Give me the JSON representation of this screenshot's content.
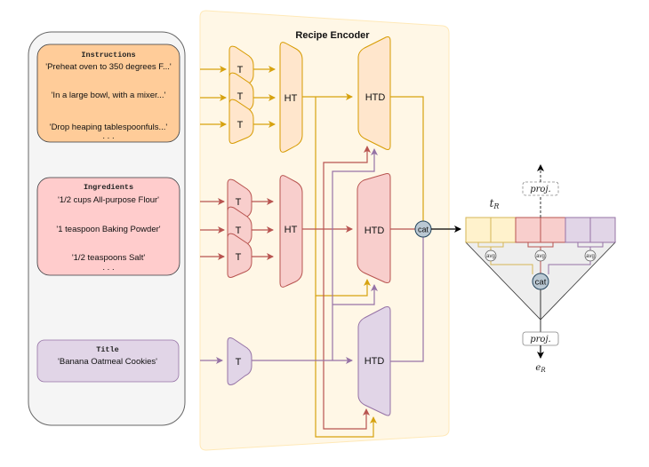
{
  "colors": {
    "instructions": {
      "fill": "#ffe6cc",
      "stroke": "#d79b00",
      "line": "#d6a20f",
      "input_box_fill": "#ffcc99",
      "input_box_stroke": "#36393d"
    },
    "ingredients": {
      "fill": "#f8cecc",
      "stroke": "#b85450",
      "line": "#b85450",
      "input_box_fill": "#ffcccc",
      "input_box_stroke": "#36393d"
    },
    "title": {
      "fill": "#e1d5e7",
      "stroke": "#9673a6",
      "line": "#9673a6",
      "input_box_fill": "#e1d5e7",
      "input_box_stroke": "#9673a6"
    },
    "encoder_panel": "#fff7e6",
    "cat_node": "#bac8d3",
    "pyramid": "#eeeeee"
  },
  "inputs": {
    "instructions": {
      "header": "Instructions",
      "items": [
        "'Preheat oven to 350 degrees F...'",
        "'In a large bowl, with a mixer...'",
        "'Drop heaping tablespoonfuls...'"
      ],
      "ellipsis": ". . ."
    },
    "ingredients": {
      "header": "Ingredients",
      "items": [
        "'1/2 cups All-purpose Flour'",
        "'1 teaspoon Baking Powder'",
        "'1/2 teaspoons Salt'"
      ],
      "ellipsis": ". . ."
    },
    "title": {
      "header": "Title",
      "items": [
        "'Banana Oatmeal Cookies'"
      ]
    }
  },
  "encoder": {
    "title": "Recipe Encoder",
    "transformer_label": "T",
    "hierarchical_label": "HT",
    "decoder_label": "HTD",
    "cat_label": "cat"
  },
  "output": {
    "t_label_base": "t",
    "t_label_sub": "R",
    "e_label_base": "e",
    "e_label_sub": "R",
    "proj_label": "proj.",
    "avg_label": "avg",
    "cat_label": "cat"
  }
}
